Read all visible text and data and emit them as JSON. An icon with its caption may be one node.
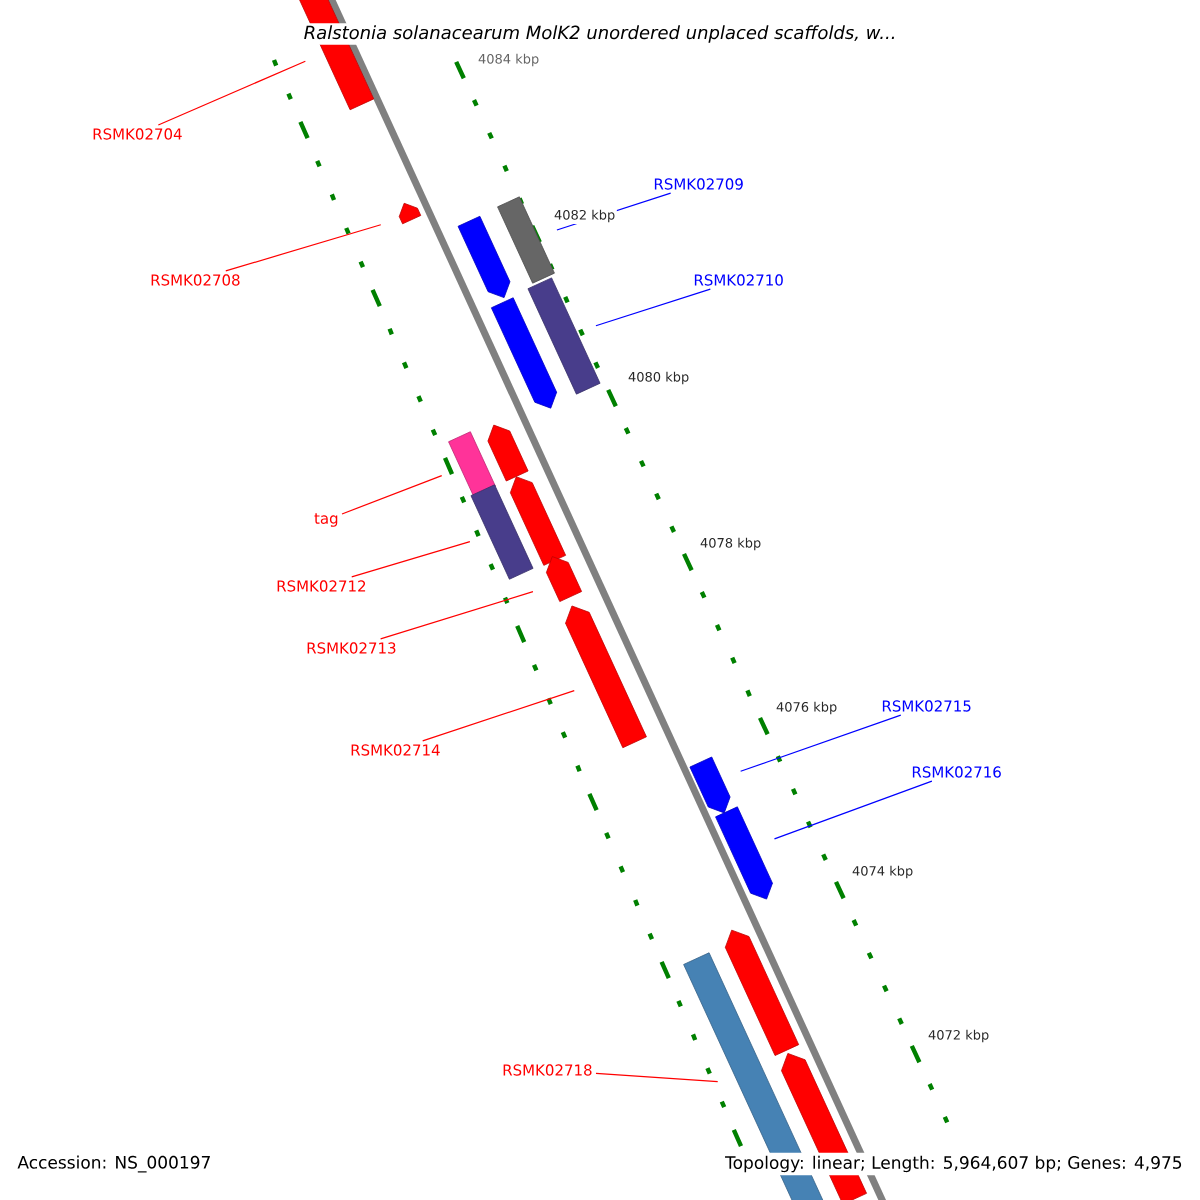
{
  "diagram": {
    "title": "Ralstonia solanacearum MolK2 unordered unplaced scaffolds, w...",
    "nodes": [
      {
        "text": [
          "RSMK02704"
        ]
      },
      {
        "text": [
          "RSMK02708"
        ]
      },
      {
        "text": [
          "RSMK02709"
        ]
      },
      {
        "text": [
          "RSMK02710"
        ]
      },
      {
        "text": [
          "tag"
        ]
      },
      {
        "text": [
          "RSMK02712"
        ]
      },
      {
        "text": [
          "RSMK02713"
        ]
      },
      {
        "text": [
          "RSMK02714"
        ]
      },
      {
        "text": [
          "RSMK02715"
        ]
      },
      {
        "text": [
          "RSMK02716"
        ]
      },
      {
        "text": [
          "RSMK02718"
        ]
      },
      {
        "text": [],
        "shape": "bar"
      },
      {
        "text": [],
        "shape": "pentagon"
      },
      {
        "text": [],
        "shape": "pentagon"
      },
      {
        "text": [],
        "shape": "bar"
      },
      {
        "text": [],
        "shape": "pentagon"
      },
      {
        "text": [],
        "shape": "bar"
      },
      {
        "text": [],
        "shape": "bar"
      },
      {
        "text": [],
        "shape": "pentagon"
      },
      {
        "text": [],
        "shape": "bar"
      },
      {
        "text": [],
        "shape": "pentagon"
      },
      {
        "text": [],
        "shape": "pentagon"
      },
      {
        "text": [],
        "shape": "pentagon"
      },
      {
        "text": [],
        "shape": "pentagon"
      },
      {
        "text": [],
        "shape": "pentagon"
      },
      {
        "text": [],
        "shape": "bar"
      },
      {
        "text": [],
        "shape": "pentagon"
      },
      {
        "text": [],
        "shape": "pentagon"
      }
    ],
    "edges": [
      {
        "from": 0,
        "to": 11,
        "arrow": "none"
      },
      {
        "from": 1,
        "to": 12,
        "arrow": "none"
      },
      {
        "from": 2,
        "to": 14,
        "arrow": "none",
        "color": "#0000ff"
      },
      {
        "from": 3,
        "to": 16,
        "arrow": "none",
        "color": "#0000ff"
      },
      {
        "from": 4,
        "to": 17,
        "arrow": "none"
      },
      {
        "from": 5,
        "to": 19,
        "arrow": "none"
      },
      {
        "from": 6,
        "to": 21,
        "arrow": "none"
      },
      {
        "from": 7,
        "to": 22,
        "arrow": "none"
      },
      {
        "from": 8,
        "to": 23,
        "arrow": "none",
        "color": "#0000ff"
      },
      {
        "from": 9,
        "to": 24,
        "arrow": "none",
        "color": "#0000ff"
      },
      {
        "from": 10,
        "to": 25,
        "arrow": "none"
      }
    ],
    "labels": [
      "4084 kbp",
      "4082 kbp",
      "4080 kbp",
      "4078 kbp",
      "4076 kbp",
      "4074 kbp",
      "4072 kbp",
      "Accession: NS_000197",
      "Topology: linear; Length: 5,964,607 bp; Genes: 4,975"
    ]
  }
}
